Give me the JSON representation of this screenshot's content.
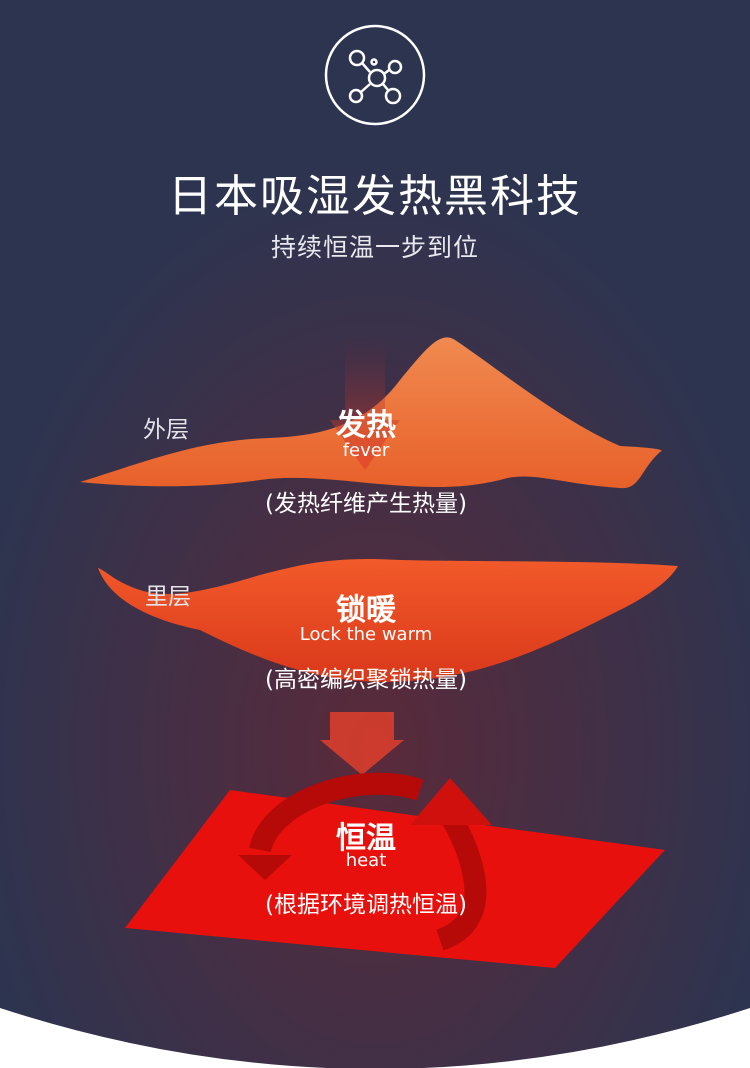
{
  "header": {
    "icon": "molecule-network-icon",
    "title": "日本吸湿发热黑科技",
    "subtitle": "持续恒温一步到位"
  },
  "layers": [
    {
      "side_label": "外层",
      "title": "发热",
      "english": "fever",
      "desc": "(发热纤维产生热量)"
    },
    {
      "side_label": "里层",
      "title": "锁暖",
      "english": "Lock the warm",
      "desc": "(高密编织聚锁热量)"
    },
    {
      "title": "恒温",
      "english": "heat",
      "desc": "(根据环境调热恒温)"
    }
  ],
  "colors": {
    "background": "#2d3450",
    "outer_layer": "#f0743a",
    "inner_layer": "#f24a1c",
    "heat_layer": "#e8100c"
  }
}
